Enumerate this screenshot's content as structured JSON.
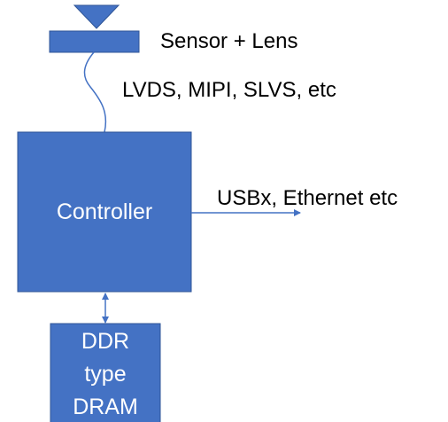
{
  "colors": {
    "block_fill": "#4472C4",
    "block_border": "#2F5597",
    "connector": "#4472C4",
    "label_text": "#000000",
    "block_text": "#FFFFFF"
  },
  "icons": {
    "sensor_lens": "lens-triangle-icon"
  },
  "blocks": {
    "sensor_lens_label": "Sensor + Lens",
    "controller_label": "Controller",
    "dram_line1": "DDR",
    "dram_line2": "type",
    "dram_line3": "DRAM"
  },
  "connections": {
    "sensor_to_controller": "LVDS, MIPI, SLVS, etc",
    "controller_output": "USBx, Ethernet etc"
  }
}
